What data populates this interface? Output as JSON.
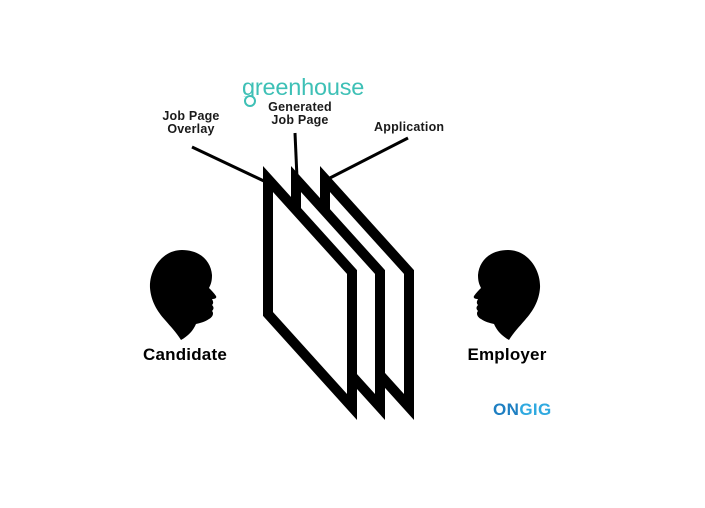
{
  "colors": {
    "greenhouse_teal": "#3EC0B6",
    "ongig_blue_dark": "#1E7FC2",
    "ongig_blue_light": "#2FA9E0",
    "ink": "#1A1A1A"
  },
  "greenhouse": {
    "wordmark": "greenhouse"
  },
  "annotations": {
    "job_page_overlay": {
      "line1": "Job Page",
      "line2": "Overlay"
    },
    "generated_job_page": {
      "line1": "Generated",
      "line2": "Job Page"
    },
    "application": {
      "label": "Application"
    }
  },
  "actors": {
    "candidate": {
      "label": "Candidate"
    },
    "employer": {
      "label": "Employer"
    }
  },
  "ongig": {
    "part1": "ON",
    "part2": "GIG"
  }
}
